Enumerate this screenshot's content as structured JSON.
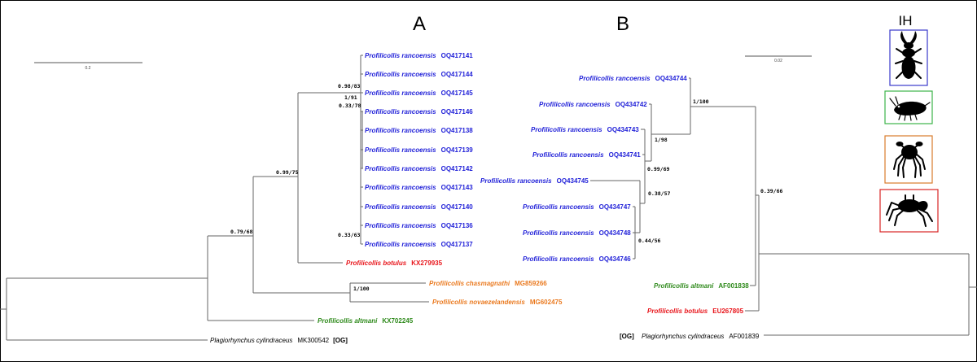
{
  "figure": {
    "panel_a_label": "A",
    "panel_b_label": "B",
    "hosts_label": "IH"
  },
  "colors": {
    "rancoensis": "#1f1fd8",
    "botulus": "#e8141a",
    "orange_taxa": "#ea7a20",
    "altmani": "#2f8a1c",
    "outgroup": "#000000",
    "branch": "#666666",
    "host_box_1": "#3a3acb",
    "host_box_2": "#3cb54a",
    "host_box_3": "#d97b2b",
    "host_box_4": "#d92424"
  },
  "tree_a": {
    "scale": "0.2",
    "taxa": [
      {
        "species": "Profilicollis rancoensis",
        "accession": "OQ417141"
      },
      {
        "species": "Profilicollis rancoensis",
        "accession": "OQ417144"
      },
      {
        "species": "Profilicollis rancoensis",
        "accession": "OQ417145"
      },
      {
        "species": "Profilicollis rancoensis",
        "accession": "OQ417146"
      },
      {
        "species": "Profilicollis rancoensis",
        "accession": "OQ417138"
      },
      {
        "species": "Profilicollis rancoensis",
        "accession": "OQ417139"
      },
      {
        "species": "Profilicollis rancoensis",
        "accession": "OQ417142"
      },
      {
        "species": "Profilicollis rancoensis",
        "accession": "OQ417143"
      },
      {
        "species": "Profilicollis rancoensis",
        "accession": "OQ417140"
      },
      {
        "species": "Profilicollis rancoensis",
        "accession": "OQ417136"
      },
      {
        "species": "Profilicollis rancoensis",
        "accession": "OQ417137"
      },
      {
        "species": "Profilicollis botulus",
        "accession": "KX279935"
      },
      {
        "species": "Profilicollis chasmagnathi",
        "accession": "MG859266"
      },
      {
        "species": "Profilicollis novaezelandensis",
        "accession": "MG602475"
      },
      {
        "species": "Profilicollis altmani",
        "accession": "KX702245"
      },
      {
        "species": "Plagiorhynchus cylindraceus",
        "accession": "MK300542",
        "tag": "[OG]"
      }
    ],
    "supports": [
      "0.98/83",
      "1/91",
      "0.33/78",
      "0.33/63",
      "0.99/75",
      "0.79/68",
      "1/100"
    ]
  },
  "tree_b": {
    "scale": "0.02",
    "taxa": [
      {
        "species": "Profilicollis rancoensis",
        "accession": "OQ434744"
      },
      {
        "species": "Profilicollis rancoensis",
        "accession": "OQ434742"
      },
      {
        "species": "Profilicollis rancoensis",
        "accession": "OQ434743"
      },
      {
        "species": "Profilicollis rancoensis",
        "accession": "OQ434741"
      },
      {
        "species": "Profilicollis rancoensis",
        "accession": "OQ434745"
      },
      {
        "species": "Profilicollis rancoensis",
        "accession": "OQ434747"
      },
      {
        "species": "Profilicollis rancoensis",
        "accession": "OQ434748"
      },
      {
        "species": "Profilicollis rancoensis",
        "accession": "OQ434746"
      },
      {
        "species": "Profilicollis altmani",
        "accession": "AF001838"
      },
      {
        "species": "Profilicollis botulus",
        "accession": "EU267805"
      },
      {
        "species": "Plagiorhynchus cylindraceus",
        "accession": "AF001839",
        "tag": "[OG]"
      }
    ],
    "supports": [
      "1/100",
      "1/98",
      "0.99/69",
      "0.38/57",
      "0.44/56",
      "0.39/66"
    ]
  },
  "hosts": {
    "icons": [
      "beetle-icon",
      "amphipod-icon",
      "crab-icon",
      "fiddler-crab-icon"
    ]
  }
}
